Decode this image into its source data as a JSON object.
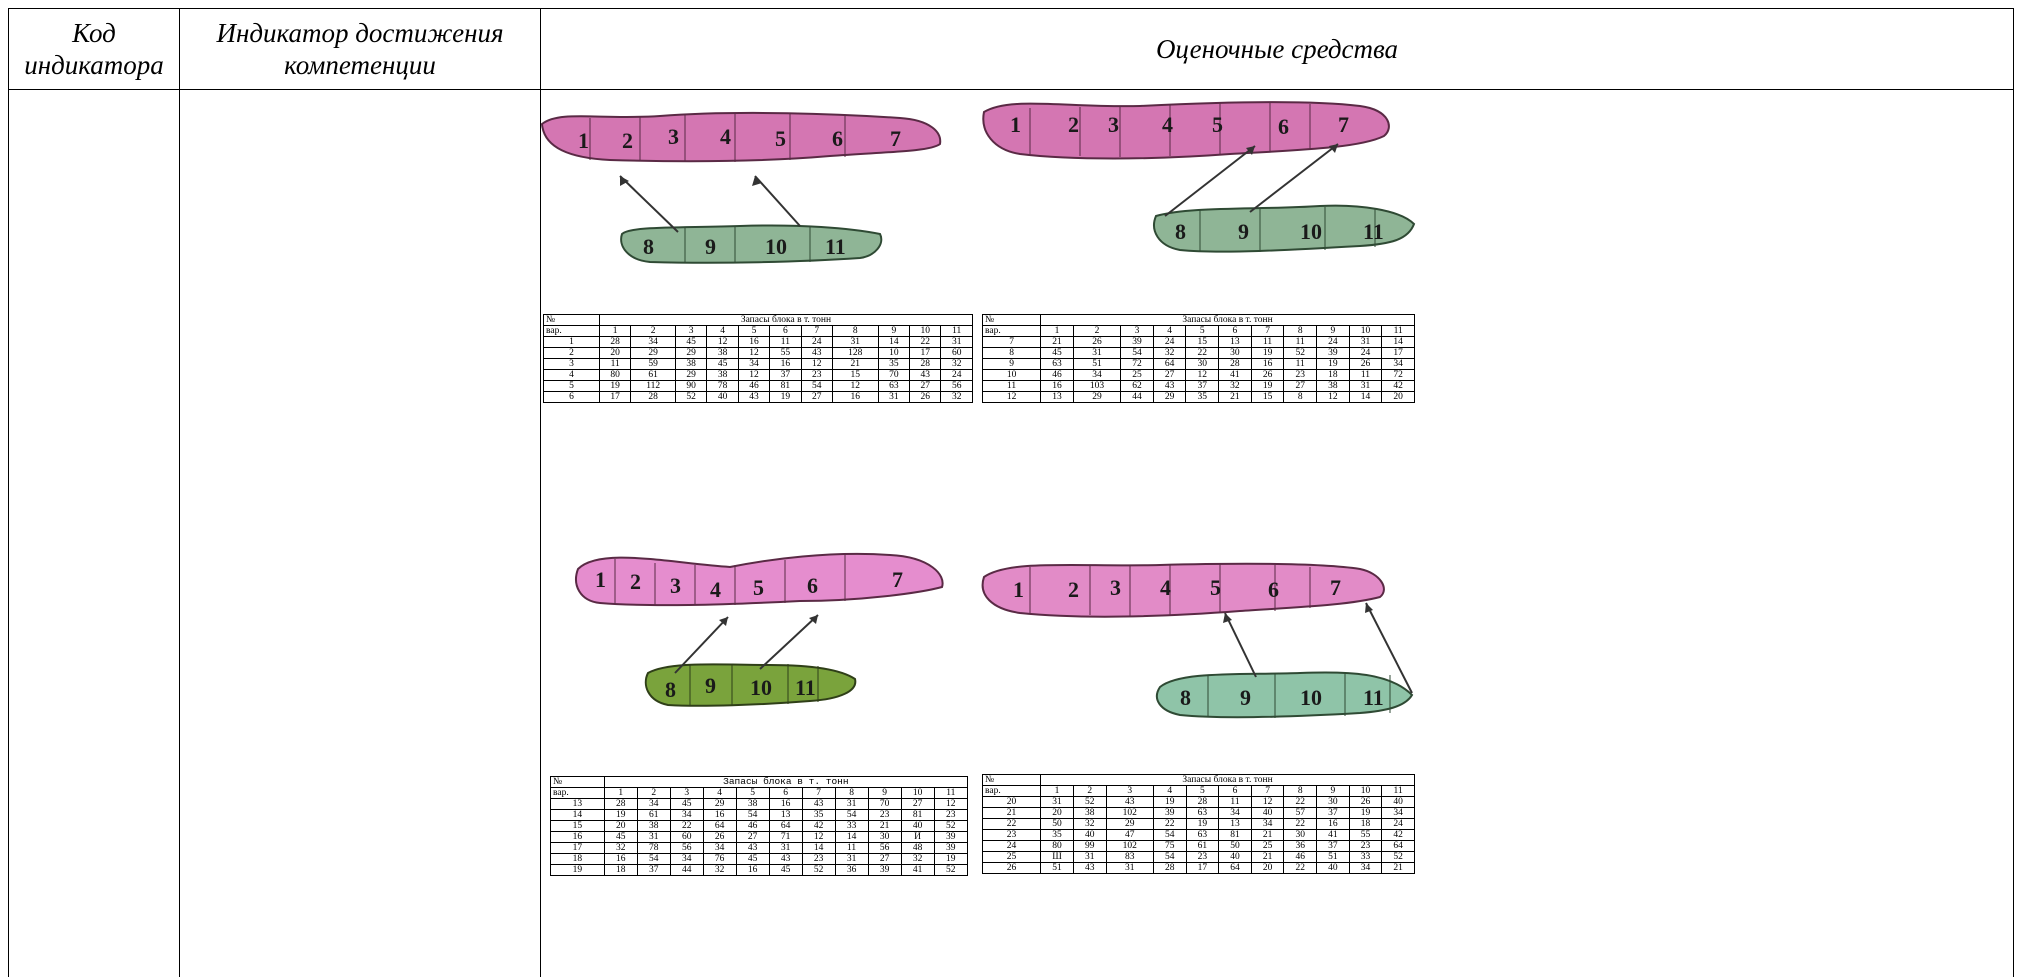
{
  "headers": {
    "col1": "Код индикатора",
    "col2": "Индикатор достижения компетенции",
    "col3": "Оценочные средства"
  },
  "diagrams": [
    {
      "ore_blocks": [
        "1",
        "2",
        "3",
        "4",
        "5",
        "6",
        "7"
      ],
      "waste_blocks": [
        "8",
        "9",
        "10",
        "11"
      ]
    },
    {
      "ore_blocks": [
        "1",
        "2",
        "3",
        "4",
        "5",
        "6",
        "7"
      ],
      "waste_blocks": [
        "8",
        "9",
        "10",
        "11"
      ]
    },
    {
      "ore_blocks": [
        "1",
        "2",
        "3",
        "4",
        "5",
        "6",
        "7"
      ],
      "waste_blocks": [
        "8",
        "9",
        "10",
        "11"
      ]
    },
    {
      "ore_blocks": [
        "1",
        "2",
        "3",
        "4",
        "5",
        "6",
        "7"
      ],
      "waste_blocks": [
        "8",
        "9",
        "10",
        "11"
      ]
    }
  ],
  "tables": [
    {
      "no_label": "№",
      "var_label": "вар.",
      "title": "Запасы блока в т. тонн",
      "columns": [
        "1",
        "2",
        "3",
        "4",
        "5",
        "6",
        "7",
        "8",
        "9",
        "10",
        "11"
      ],
      "rows": [
        [
          "1",
          "28",
          "34",
          "45",
          "12",
          "16",
          "11",
          "24",
          "31",
          "14",
          "22",
          "31"
        ],
        [
          "2",
          "20",
          "29",
          "29",
          "38",
          "12",
          "55",
          "43",
          "128",
          "10",
          "17",
          "60"
        ],
        [
          "3",
          "11",
          "59",
          "38",
          "45",
          "34",
          "16",
          "12",
          "21",
          "35",
          "28",
          "32"
        ],
        [
          "4",
          "80",
          "61",
          "29",
          "38",
          "12",
          "37",
          "23",
          "15",
          "70",
          "43",
          "24"
        ],
        [
          "5",
          "19",
          "112",
          "90",
          "78",
          "46",
          "81",
          "54",
          "12",
          "63",
          "27",
          "56"
        ],
        [
          "6",
          "17",
          "28",
          "52",
          "40",
          "43",
          "19",
          "27",
          "16",
          "31",
          "26",
          "32"
        ]
      ]
    },
    {
      "no_label": "№",
      "var_label": "вар.",
      "title": "Запасы блока в т. тонн",
      "columns": [
        "1",
        "2",
        "3",
        "4",
        "5",
        "6",
        "7",
        "8",
        "9",
        "10",
        "11"
      ],
      "rows": [
        [
          "7",
          "21",
          "26",
          "39",
          "24",
          "15",
          "13",
          "11",
          "11",
          "24",
          "31",
          "14"
        ],
        [
          "8",
          "45",
          "31",
          "54",
          "32",
          "22",
          "30",
          "19",
          "52",
          "39",
          "24",
          "17"
        ],
        [
          "9",
          "63",
          "51",
          "72",
          "64",
          "30",
          "28",
          "16",
          "11",
          "19",
          "26",
          "34"
        ],
        [
          "10",
          "46",
          "34",
          "25",
          "27",
          "12",
          "41",
          "26",
          "23",
          "18",
          "11",
          "72"
        ],
        [
          "11",
          "16",
          "103",
          "62",
          "43",
          "37",
          "32",
          "19",
          "27",
          "38",
          "31",
          "42"
        ],
        [
          "12",
          "13",
          "29",
          "44",
          "29",
          "35",
          "21",
          "15",
          "8",
          "12",
          "14",
          "20"
        ]
      ]
    },
    {
      "no_label": "№",
      "var_label": "вар.",
      "title": "Запасы блока в т. тонн",
      "columns": [
        "1",
        "2",
        "3",
        "4",
        "5",
        "6",
        "7",
        "8",
        "9",
        "10",
        "11"
      ],
      "rows": [
        [
          "13",
          "28",
          "34",
          "45",
          "29",
          "38",
          "16",
          "43",
          "31",
          "70",
          "27",
          "12"
        ],
        [
          "14",
          "19",
          "61",
          "34",
          "16",
          "54",
          "13",
          "35",
          "54",
          "23",
          "81",
          "23"
        ],
        [
          "15",
          "20",
          "38",
          "22",
          "64",
          "46",
          "64",
          "42",
          "33",
          "21",
          "40",
          "52"
        ],
        [
          "16",
          "45",
          "31",
          "60",
          "26",
          "27",
          "71",
          "12",
          "14",
          "30",
          "И",
          "39"
        ],
        [
          "17",
          "32",
          "78",
          "56",
          "34",
          "43",
          "31",
          "14",
          "11",
          "56",
          "48",
          "39"
        ],
        [
          "18",
          "16",
          "54",
          "34",
          "76",
          "45",
          "43",
          "23",
          "31",
          "27",
          "32",
          "19"
        ],
        [
          "19",
          "18",
          "37",
          "44",
          "32",
          "16",
          "45",
          "52",
          "36",
          "39",
          "41",
          "52"
        ]
      ]
    },
    {
      "no_label": "№",
      "var_label": "вар.",
      "title": "Запасы блока в т. тонн",
      "columns": [
        "1",
        "2",
        "3",
        "4",
        "5",
        "6",
        "7",
        "8",
        "9",
        "10",
        "11"
      ],
      "rows": [
        [
          "20",
          "31",
          "52",
          "43",
          "19",
          "28",
          "11",
          "12",
          "22",
          "30",
          "26",
          "40"
        ],
        [
          "21",
          "20",
          "38",
          "102",
          "39",
          "63",
          "34",
          "40",
          "57",
          "37",
          "19",
          "34"
        ],
        [
          "22",
          "50",
          "32",
          "29",
          "22",
          "19",
          "13",
          "34",
          "22",
          "16",
          "18",
          "24"
        ],
        [
          "23",
          "35",
          "40",
          "47",
          "54",
          "63",
          "81",
          "21",
          "30",
          "41",
          "55",
          "42"
        ],
        [
          "24",
          "80",
          "99",
          "102",
          "75",
          "61",
          "50",
          "25",
          "36",
          "37",
          "23",
          "64"
        ],
        [
          "25",
          "Ш",
          "31",
          "83",
          "54",
          "23",
          "40",
          "21",
          "46",
          "51",
          "33",
          "52"
        ],
        [
          "26",
          "51",
          "43",
          "31",
          "28",
          "17",
          "64",
          "20",
          "22",
          "40",
          "34",
          "21"
        ]
      ]
    }
  ]
}
